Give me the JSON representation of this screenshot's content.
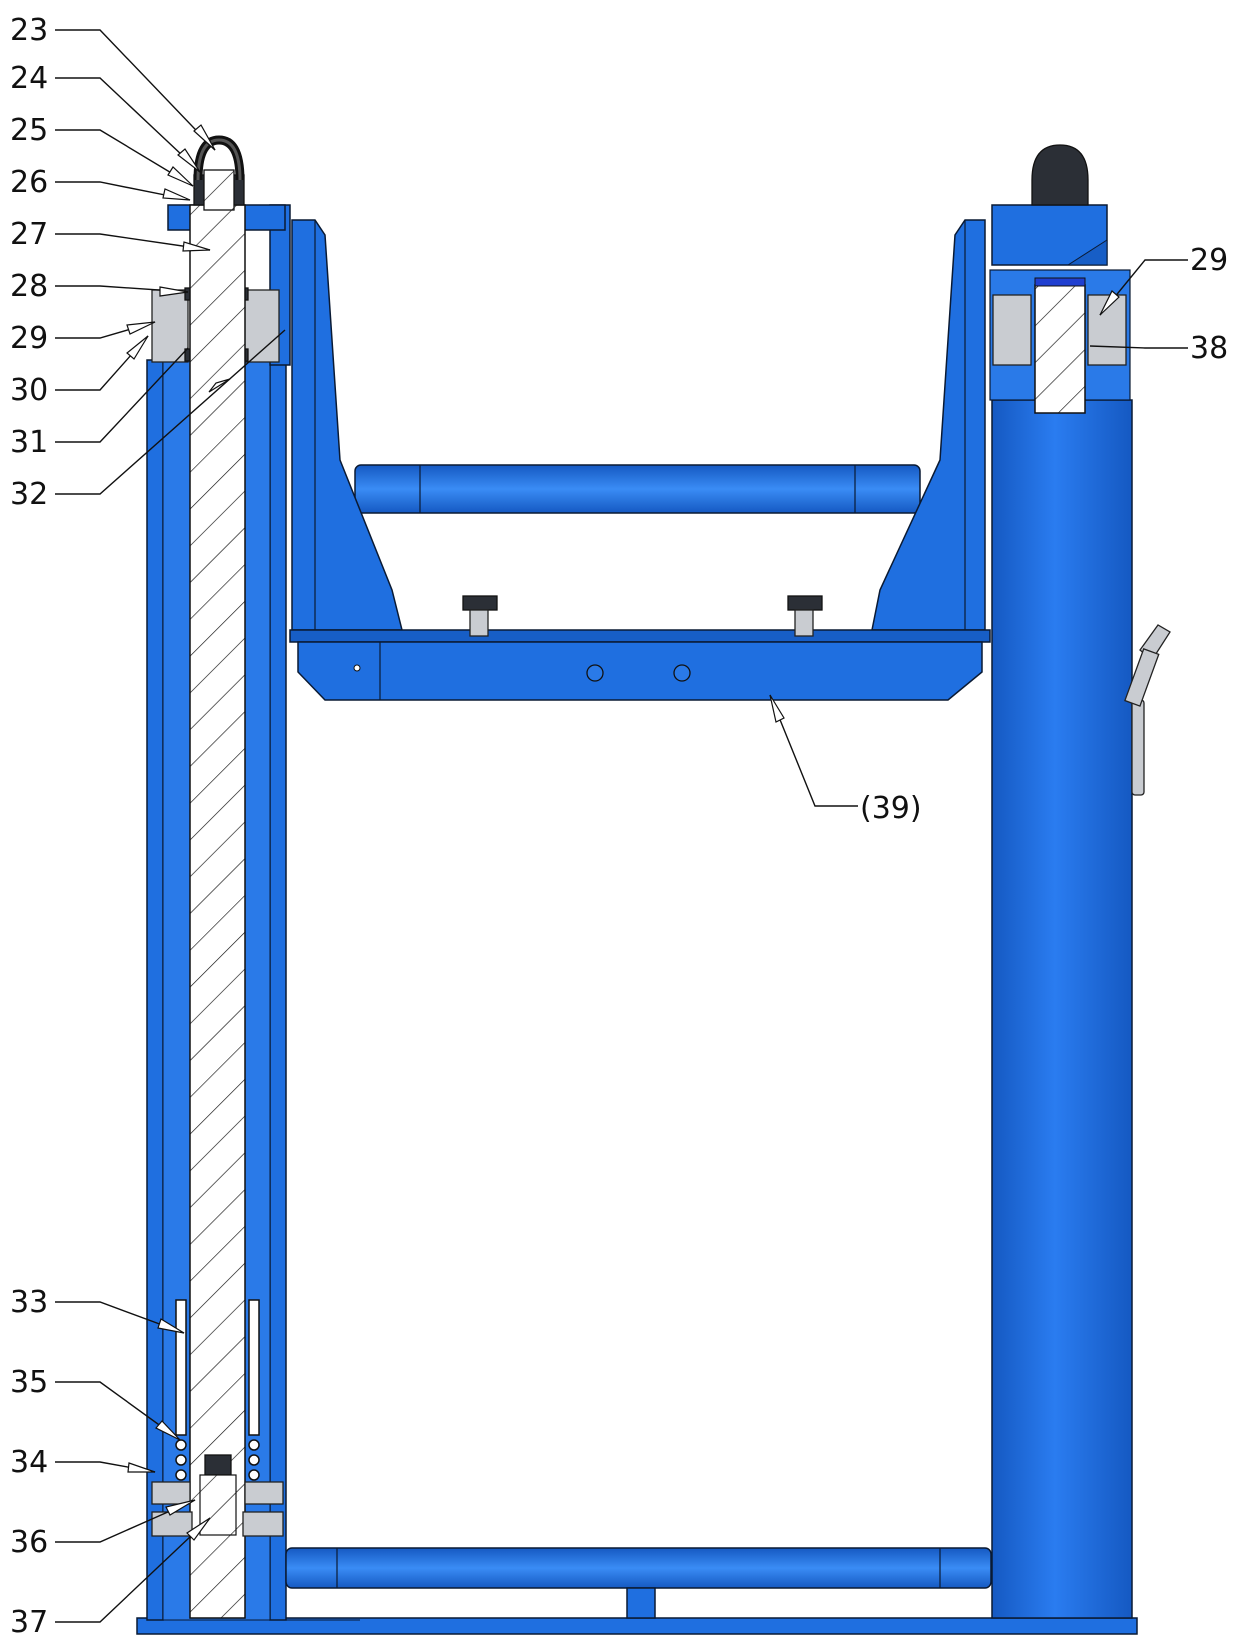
{
  "callouts_left": [
    {
      "id": "23"
    },
    {
      "id": "24"
    },
    {
      "id": "25"
    },
    {
      "id": "26"
    },
    {
      "id": "27"
    },
    {
      "id": "28"
    },
    {
      "id": "29"
    },
    {
      "id": "30"
    },
    {
      "id": "31"
    },
    {
      "id": "32"
    },
    {
      "id": "33"
    },
    {
      "id": "35"
    },
    {
      "id": "34"
    },
    {
      "id": "36"
    },
    {
      "id": "37"
    }
  ],
  "callouts_right": [
    {
      "id": "29"
    },
    {
      "id": "38"
    }
  ],
  "callout_assembly": {
    "id": "(39)"
  },
  "colors": {
    "frame_blue": "#1f6fe0",
    "outline": "#0a1a33",
    "steel_section": "#ffffff",
    "bearing_grey": "#c9ccd1",
    "cap_dark": "#2b2f36"
  }
}
